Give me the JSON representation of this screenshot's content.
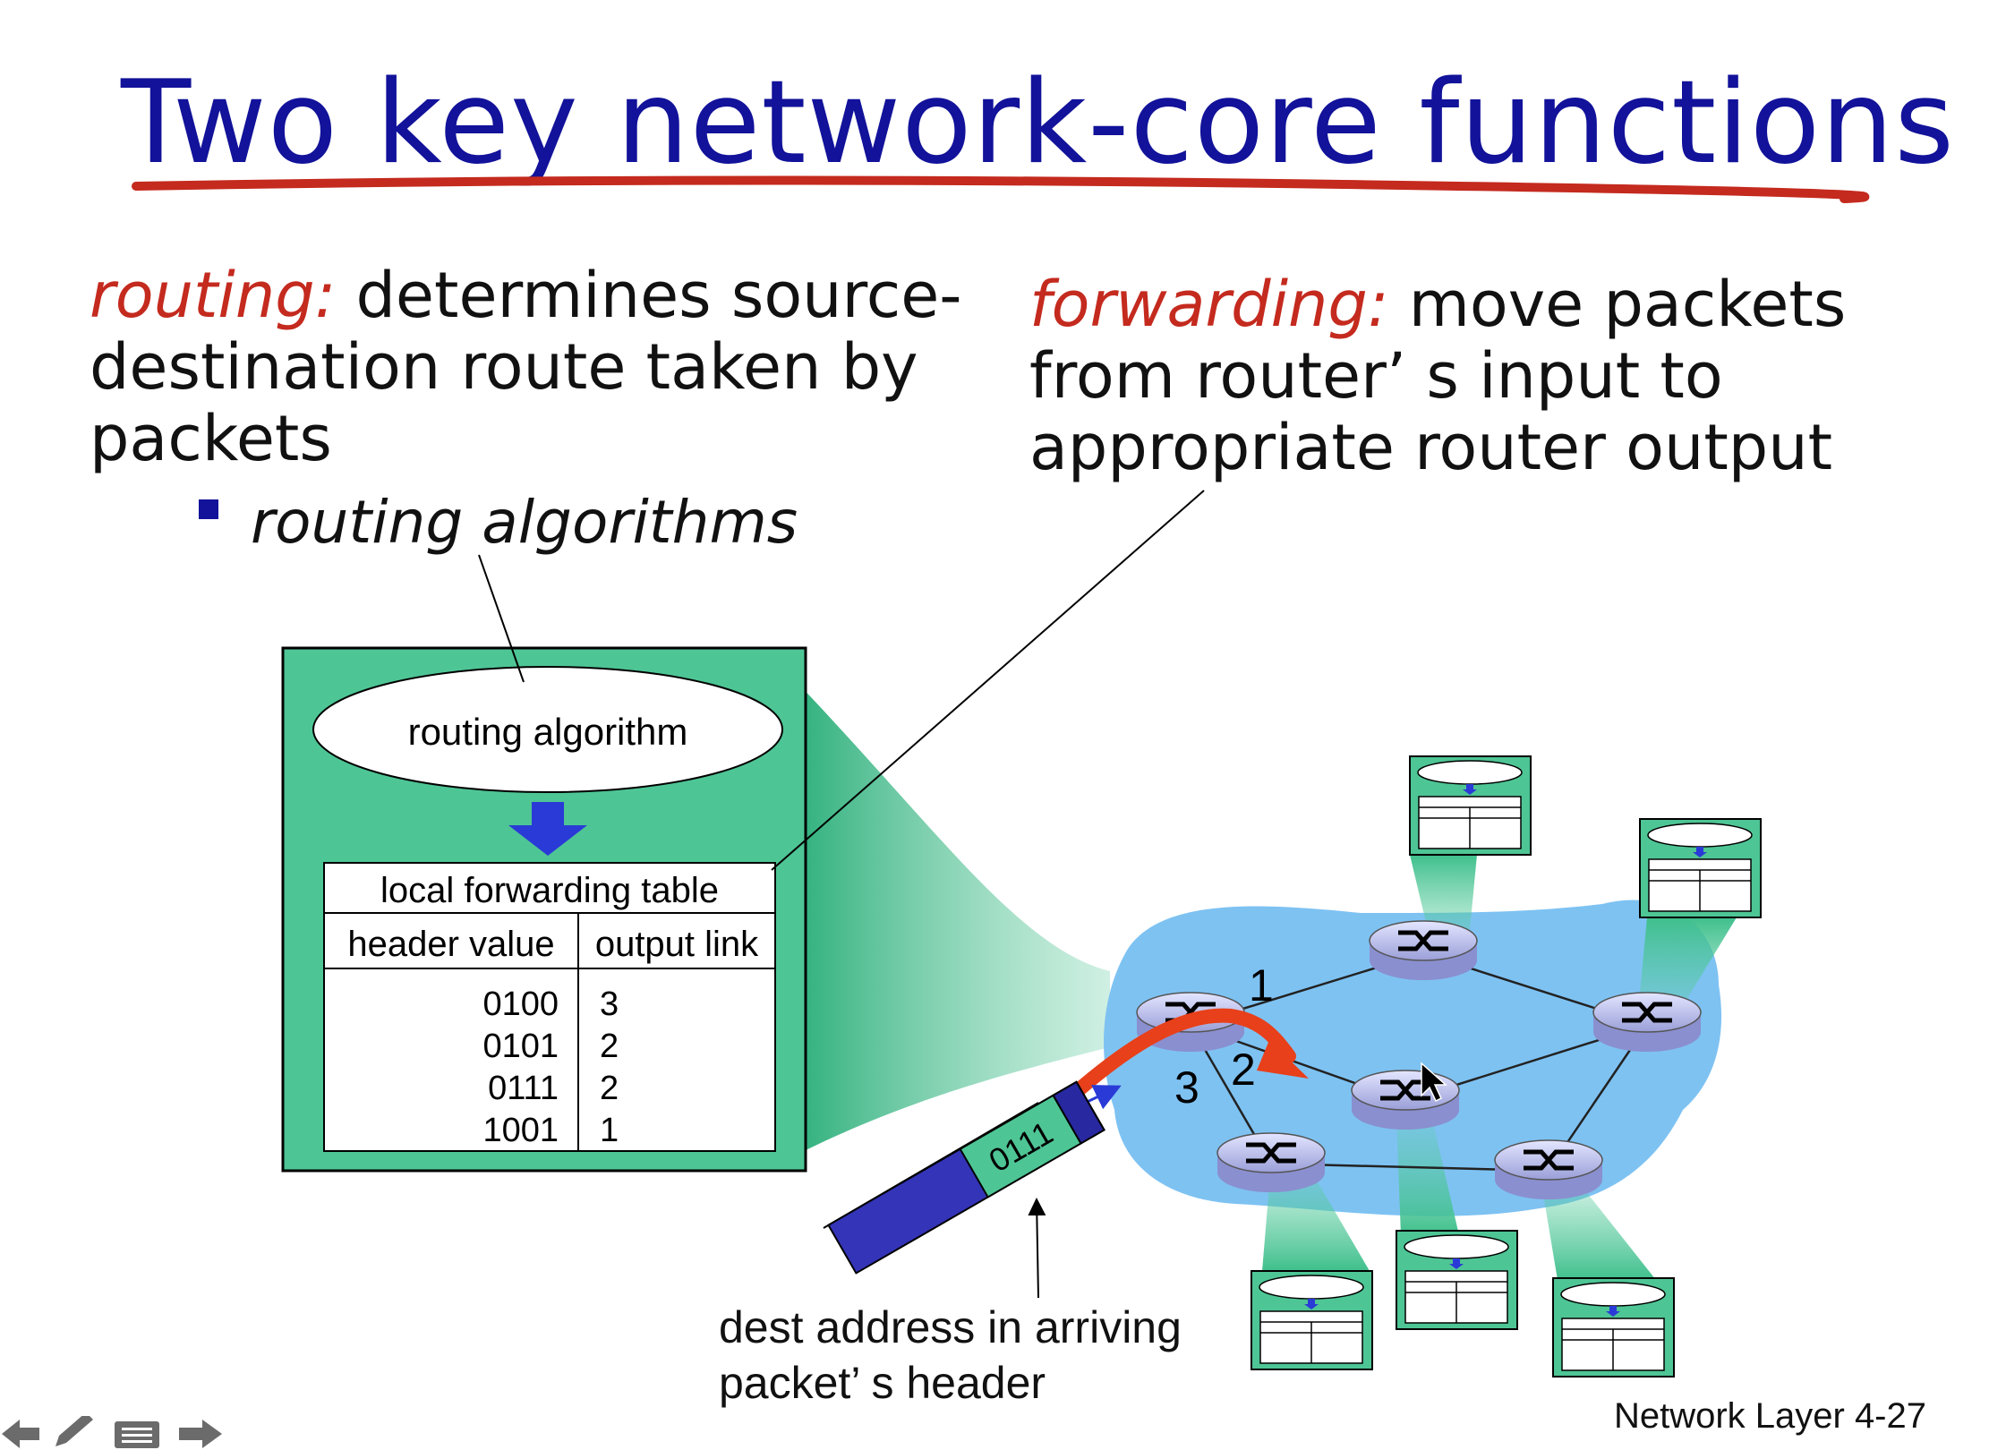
{
  "slide": {
    "title": "Two key network-core functions",
    "routing": {
      "keyword": "routing:",
      "text": " determines source-destination route taken by packets",
      "bullet": "routing algorithms"
    },
    "forwarding": {
      "keyword": "forwarding:",
      "text": " move packets from router’ s input to appropriate router output"
    },
    "footer": "Network Layer  4-27"
  },
  "diagram": {
    "algorithm_label": "routing algorithm",
    "table": {
      "title": "local forwarding table",
      "headers": [
        "header value",
        "output link"
      ],
      "rows": [
        {
          "header": "0100",
          "link": "3"
        },
        {
          "header": "0101",
          "link": "2"
        },
        {
          "header": "0111",
          "link": "2"
        },
        {
          "header": "1001",
          "link": "1"
        }
      ]
    },
    "packet_label": "0111",
    "link_labels": [
      "1",
      "2",
      "3"
    ],
    "caption_line1": "dest address in arriving",
    "caption_line2": "packet’ s header"
  },
  "colors": {
    "title": "#12129a",
    "keyword": "#c42a1e",
    "green_panel": "#4ec595",
    "cloud": "#7ec2f2",
    "arrow_blue": "#2a3ad6",
    "arrow_red": "#e8401a"
  },
  "icons": [
    "router-icon",
    "down-arrow-icon",
    "prev-slide-icon",
    "pen-icon",
    "menu-icon",
    "next-slide-icon"
  ]
}
